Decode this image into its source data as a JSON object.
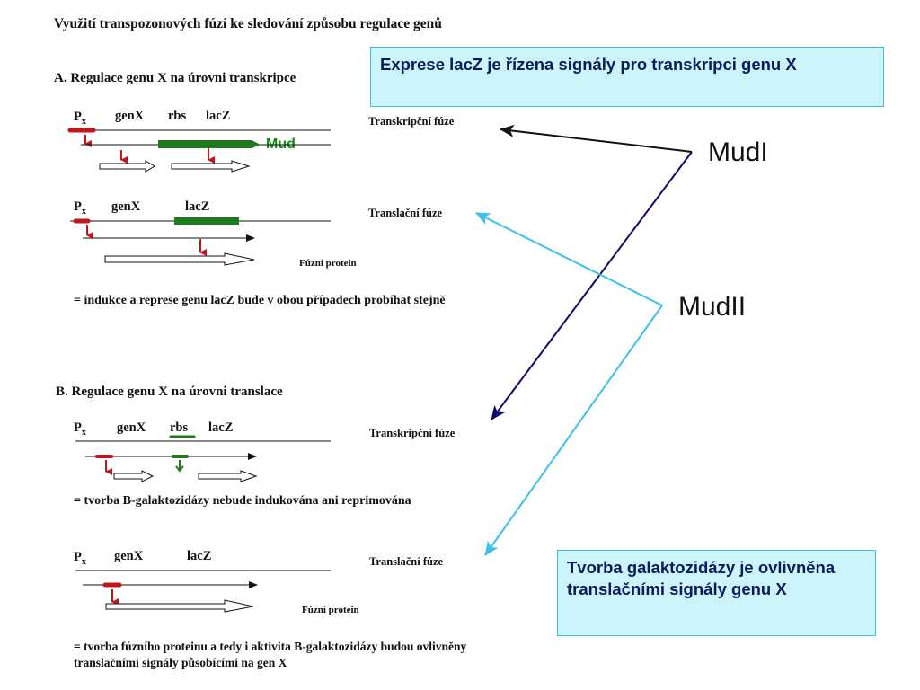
{
  "title": "Využití transpozonových fúzí ke sledování způsobu regulace genů",
  "sectionA": {
    "heading": "A. Regulace genu X na úrovni transkripce",
    "row1": {
      "px": "P",
      "px_sub": "x",
      "genx": "genX",
      "rbs": "rbs",
      "lacz": "lacZ",
      "mud": "Mud",
      "fusion": "Transkripční fúze"
    },
    "row2": {
      "px": "P",
      "px_sub": "x",
      "genx": "genX",
      "lacz": "lacZ",
      "fusion": "Translační fúze",
      "protein": "Fúzní protein"
    },
    "note": "= indukce a represe genu lacZ bude v obou případech probíhat stejně"
  },
  "sectionB": {
    "heading": "B. Regulace genu X na úrovni translace",
    "row1": {
      "px": "P",
      "px_sub": "x",
      "genx": "genX",
      "rbs": "rbs",
      "lacz": "lacZ",
      "fusion": "Transkripční fúze"
    },
    "note1": "= tvorba B-galaktozidázy nebude indukována ani reprimována",
    "row2": {
      "px": "P",
      "px_sub": "x",
      "genx": "genX",
      "lacz": "lacZ",
      "fusion": "Translační fúze",
      "protein": "Fúzní protein"
    },
    "note2": "= tvorba fúzního proteinu a tedy i aktivita B-galaktozidázy budou ovlivněny translačními signály působícími na gen X"
  },
  "callouts": {
    "top": "Exprese lacZ je řízena signály pro transkripci genu X",
    "bottom": "Tvorba galaktozidázy je ovlivněna translačními signály genu X"
  },
  "mudI": "MudI",
  "mudII": "MudII",
  "colors": {
    "promoter_red": "#c0161c",
    "lacz_green": "#1f7a1f",
    "mudI_arrow": "#0b0b6b",
    "mudII_arrow": "#3cc0ec",
    "box_fill": "#ccf5fb",
    "box_border": "#3fbfd6"
  }
}
